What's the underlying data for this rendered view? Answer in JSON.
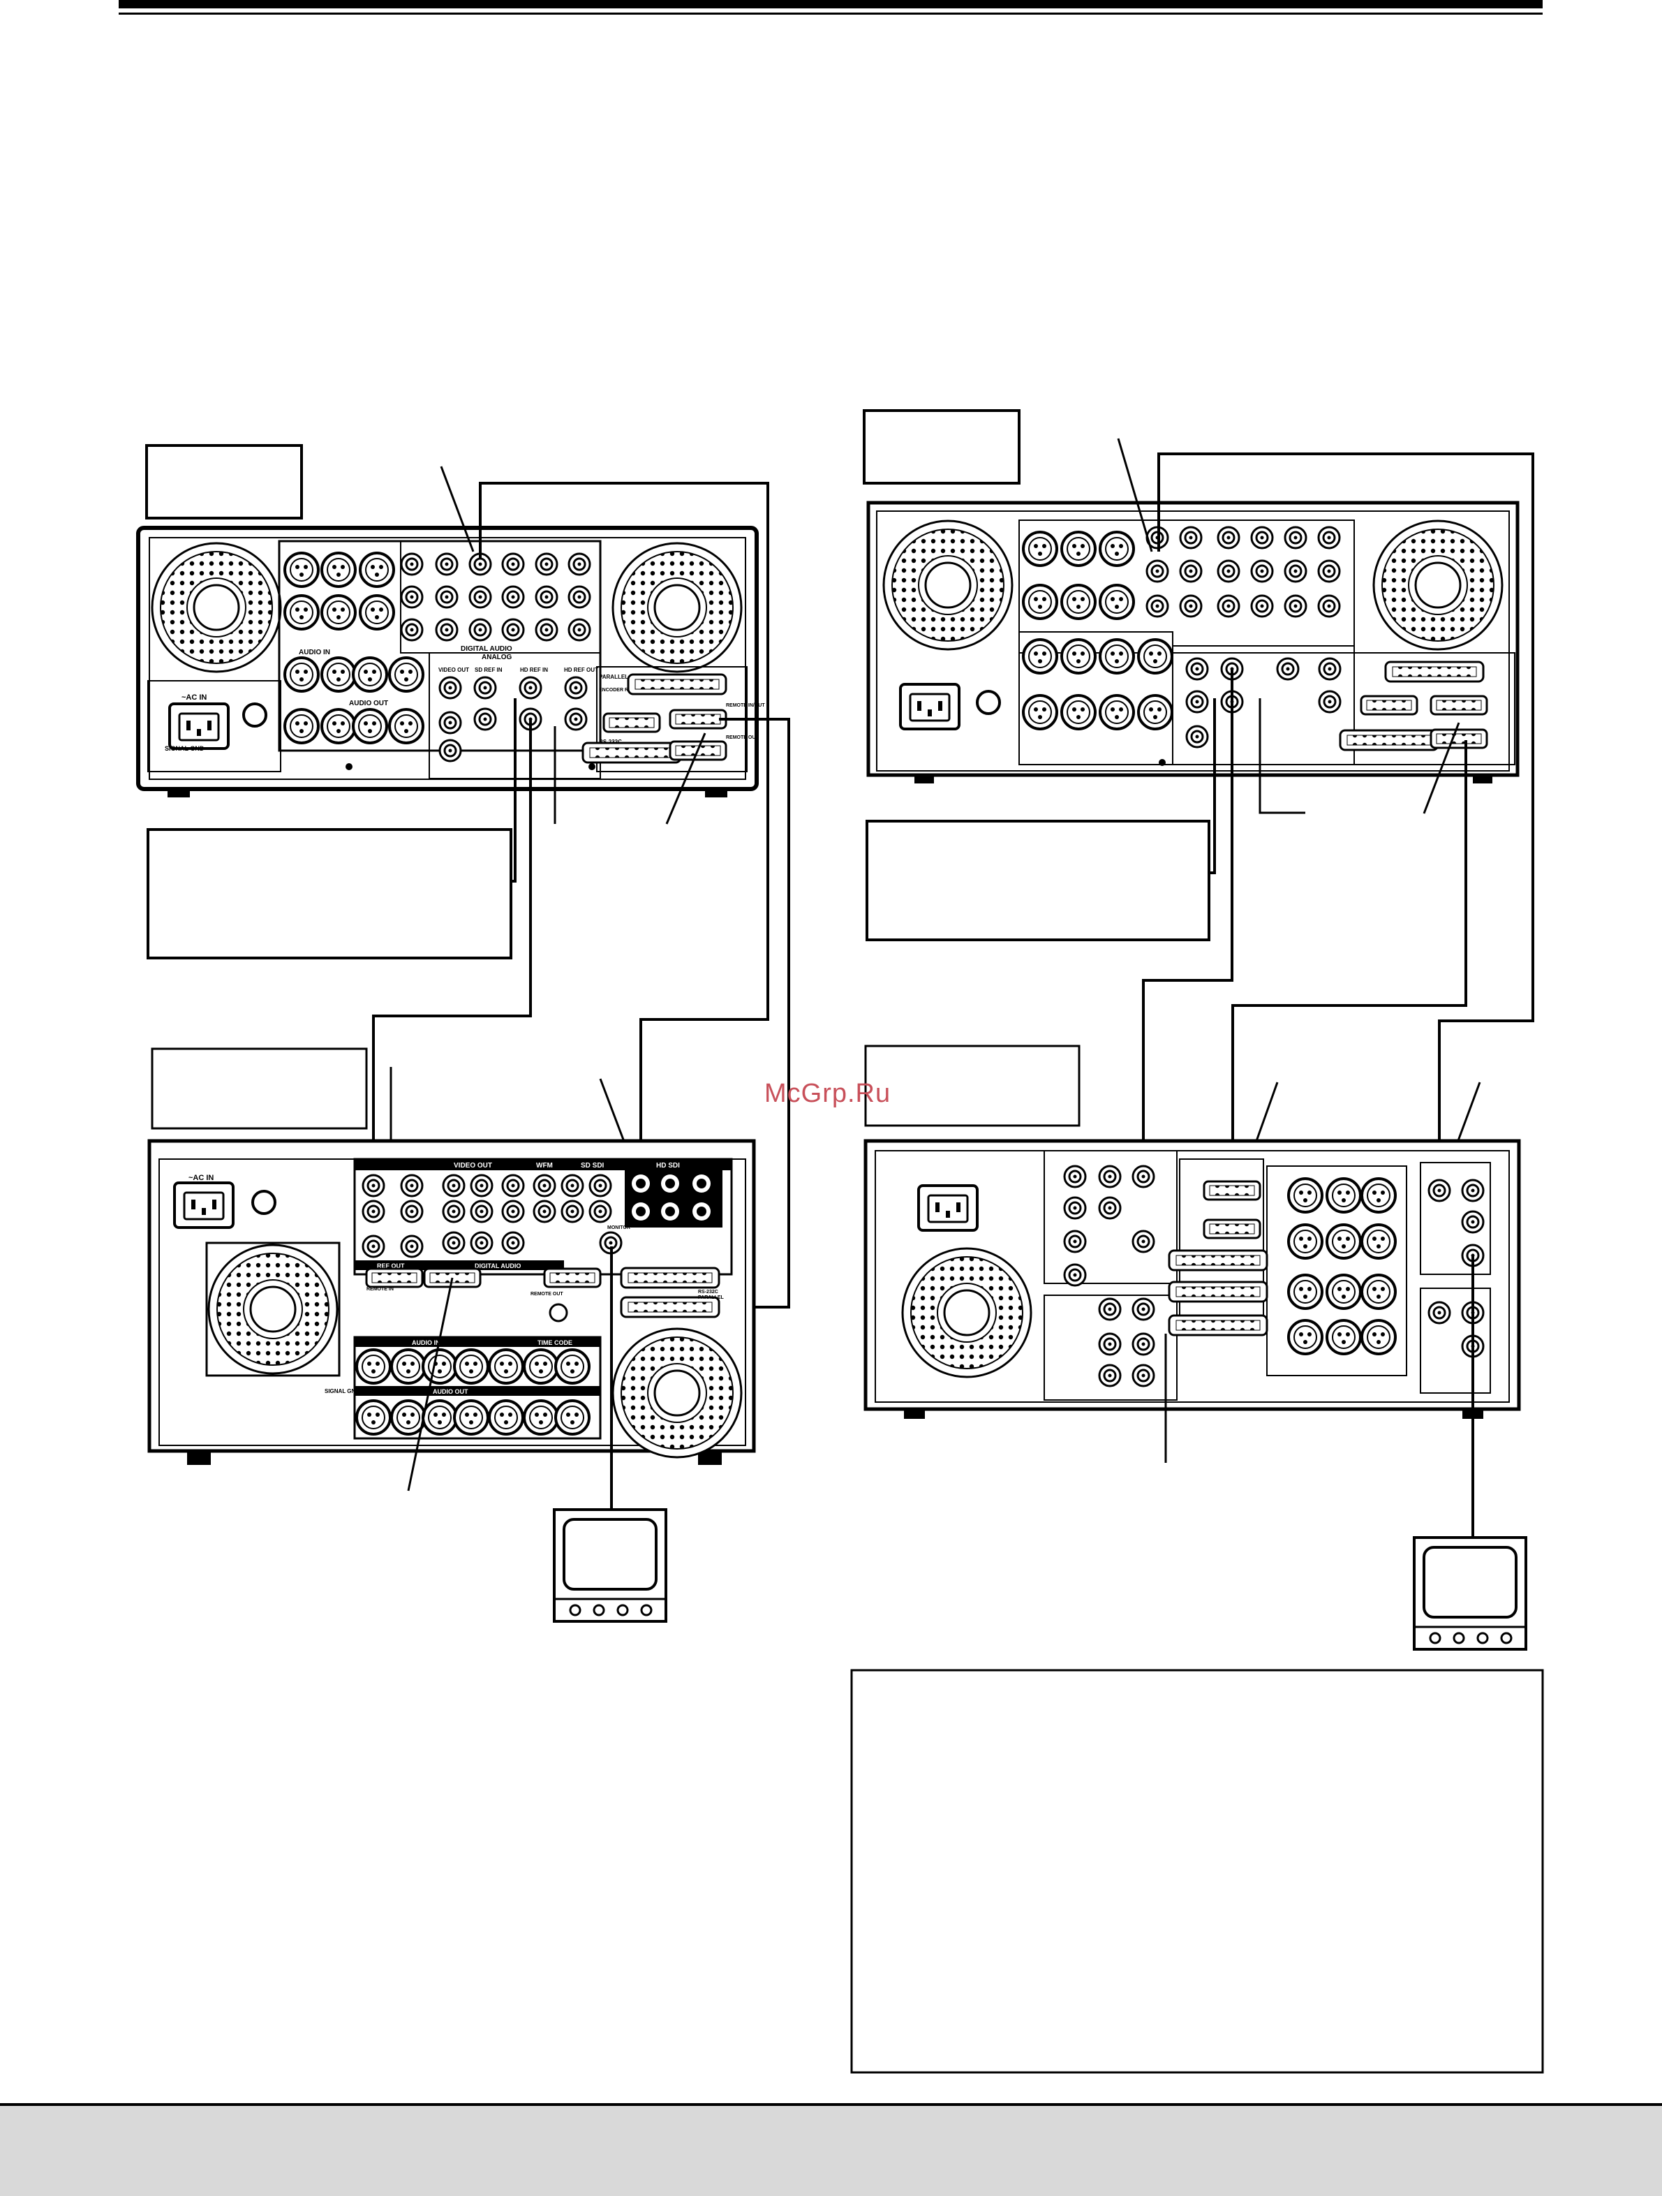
{
  "watermark": "McGrp.Ru",
  "left_deck_labels": {
    "ac_in": "~AC IN",
    "signal_gnd": "SIGNAL GND",
    "analog": "ANALOG",
    "digital_audio": "DIGITAL AUDIO",
    "video_out": "VIDEO OUT",
    "sd_ref_in": "SD REF IN",
    "hd_ref_in": "HD REF IN",
    "hd_ref_out": "HD REF OUT",
    "parallel": "PARALLEL",
    "encoder_remote": "ENCODER REMOTE",
    "remote_in_out": "REMOTE IN/OUT",
    "remote_out": "REMOTE OUT",
    "rs232c": "RS-232C",
    "audio_out": "AUDIO OUT",
    "audio_in": "AUDIO IN"
  },
  "lower_left_labels": {
    "ac_in": "~AC IN",
    "video_out": "VIDEO OUT",
    "wfm": "WFM",
    "sd_sdi": "SD SDI",
    "hd_sdi": "HD SDI",
    "ref_out": "REF OUT",
    "digital_audio": "DIGITAL AUDIO",
    "remote_in": "REMOTE IN",
    "remote_out": "REMOTE OUT",
    "rs232c": "RS-232C",
    "parallel": "PARALLEL",
    "monitor": "MONITOR",
    "audio_in": "AUDIO IN",
    "time_code": "TIME CODE",
    "audio_out": "AUDIO OUT",
    "signal_gnd": "SIGNAL GND"
  },
  "colors": {
    "line": "#000000",
    "footer": "#d9d9d9",
    "watermark": "#c8505a"
  }
}
